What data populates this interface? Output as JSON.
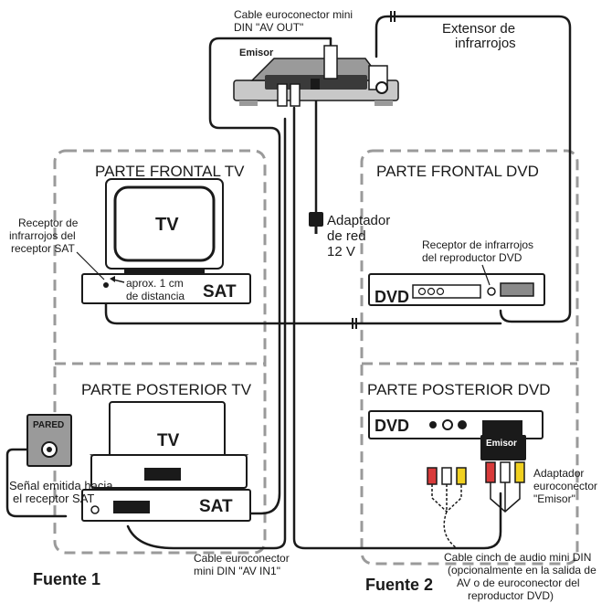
{
  "labels": {
    "cable_av_out": [
      "Cable euroconector mini",
      "DIN \"AV OUT\""
    ],
    "extensor": [
      "Extensor de",
      "infrarrojos"
    ],
    "emisor_top": "Emisor",
    "parte_frontal_tv": "PARTE FRONTAL TV",
    "parte_frontal_dvd": "PARTE FRONTAL DVD",
    "tv_front": "TV",
    "receptor_sat": [
      "Receptor de",
      "infrarrojos del",
      "receptor SAT"
    ],
    "aprox": [
      "aprox. 1 cm",
      "de distancia"
    ],
    "sat_front": "SAT",
    "adaptador_red": [
      "Adaptador",
      "de red",
      "12 V"
    ],
    "receptor_dvd": [
      "Receptor de infrarrojos",
      "del reproductor DVD"
    ],
    "dvd_front": "DVD",
    "parte_posterior_tv": "PARTE POSTERIOR TV",
    "parte_posterior_dvd": "PARTE POSTERIOR DVD",
    "pared": "PARED",
    "tv_back": "TV",
    "sat_back": "SAT",
    "senal": [
      "Señal emitida hacia",
      "el receptor SAT"
    ],
    "dvd_back": "DVD",
    "emisor_adapter": "Emisor",
    "adaptador_emisor": [
      "Adaptador",
      "euroconector",
      "\"Emisor\""
    ],
    "cable_av_in": [
      "Cable euroconector",
      "mini DIN \"AV IN1\""
    ],
    "cable_cinch": [
      "Cable cinch de audio mini DIN",
      "(opcionalmente en la salida de",
      "AV o de euroconector del",
      "reproductor DVD)"
    ],
    "fuente1": "Fuente 1",
    "fuente2": "Fuente 2"
  }
}
